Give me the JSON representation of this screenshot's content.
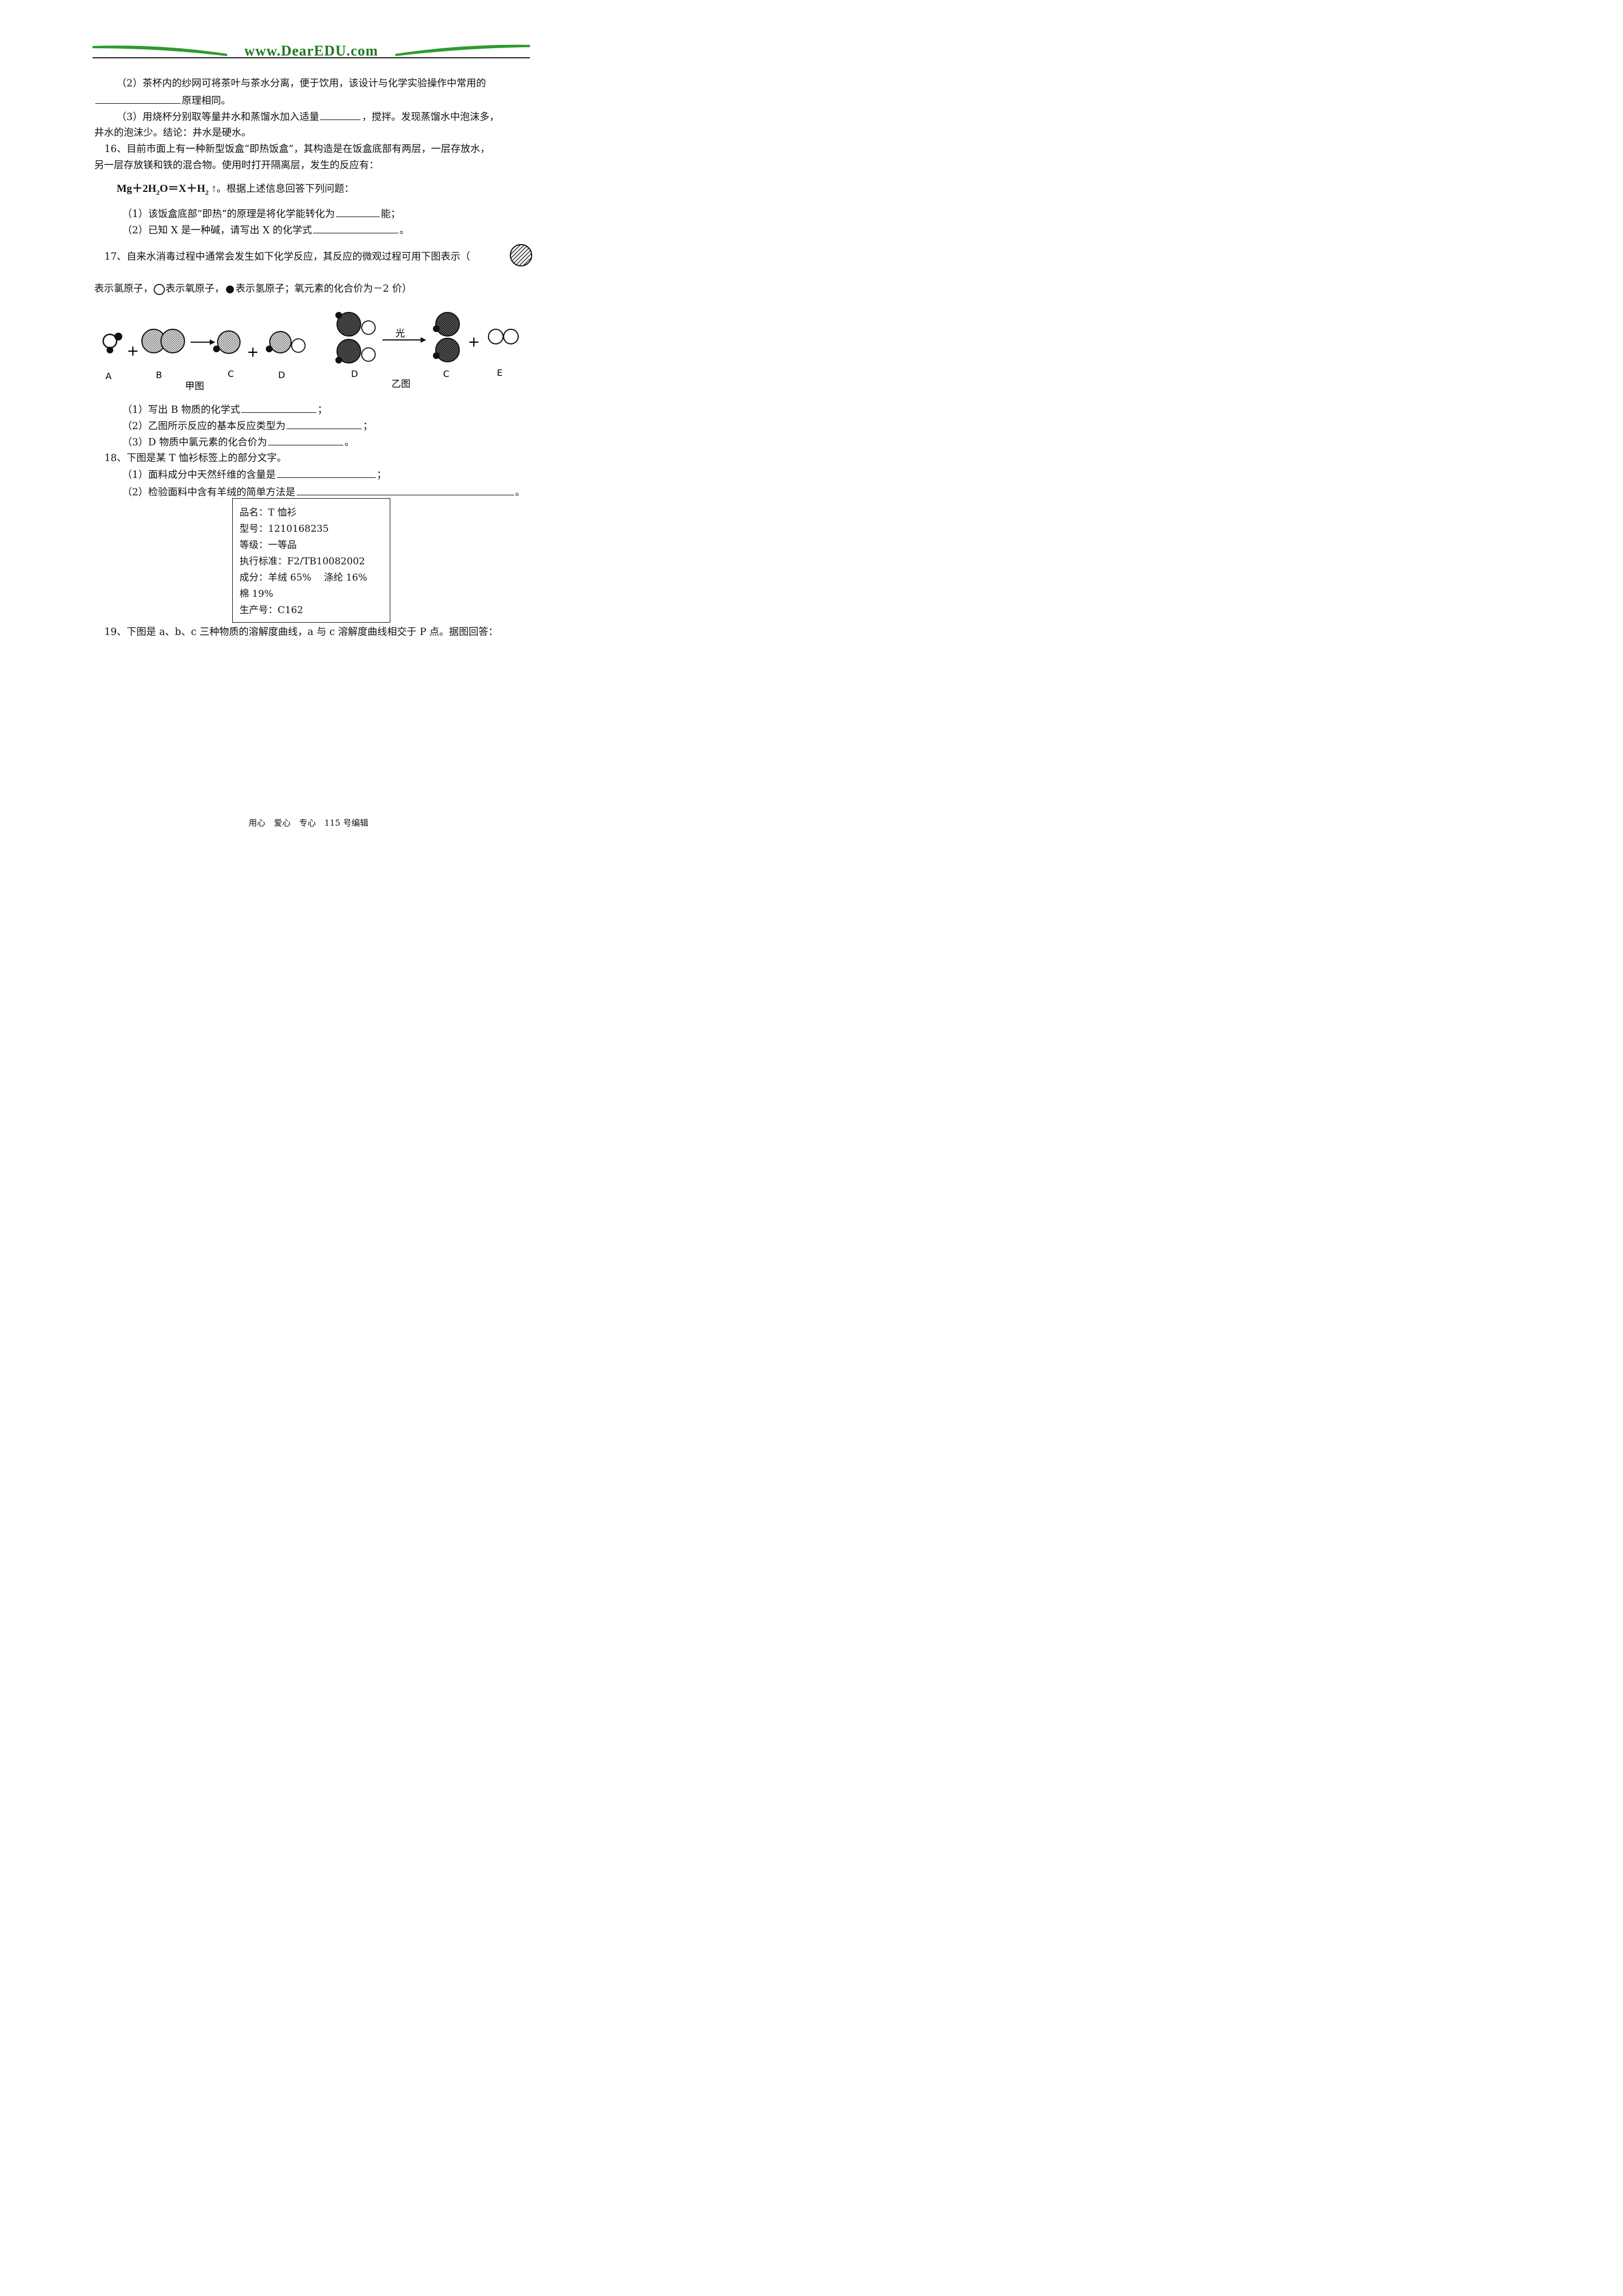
{
  "header": {
    "site": "www.DearEDU.com"
  },
  "lines": [
    {
      "id": "l1",
      "text": "（2）茶杯内的纱网可将茶叶与茶水分离，便于饮用，该设计与化学实验操作中常用的"
    },
    {
      "id": "l2",
      "text": "原理相同。"
    },
    {
      "id": "l3a",
      "text": "（3）用烧杯分别取等量井水和蒸馏水加入适量"
    },
    {
      "id": "l3b",
      "text": "，搅拌。发现蒸馏水中泡沫多，"
    },
    {
      "id": "l4",
      "text": "井水的泡沫少。结论：井水是硬水。"
    },
    {
      "id": "q16a",
      "text": "16、目前市面上有一种新型饭盒“即热饭盒”，其构造是在饭盒底部有两层，一层存放水，"
    },
    {
      "id": "q16b",
      "text": "另一层存放镁和铁的混合物。使用时打开隔离层，发生的反应有："
    },
    {
      "id": "q16c",
      "text": "。根据上述信息回答下列问题："
    },
    {
      "id": "q16d1",
      "text": "（1）该饭盒底部“即热”的原理是将化学能转化为"
    },
    {
      "id": "q16d2",
      "text": "能；"
    },
    {
      "id": "q16e1",
      "text": "（2）已知 X 是一种碱，请写出 X 的化学式"
    },
    {
      "id": "q16e2",
      "text": "。"
    },
    {
      "id": "q17a",
      "text": "17、自来水消毒过程中通常会发生如下化学反应，其反应的微观过程可用下图表示（"
    },
    {
      "id": "q17b1",
      "text": "表示氯原子，"
    },
    {
      "id": "q17b2",
      "text": "表示氧原子，"
    },
    {
      "id": "q17b3",
      "text": "表示氢原子；氧元素的化合价为－2 价）"
    },
    {
      "id": "q17c1",
      "text": "（1）写出 B 物质的化学式"
    },
    {
      "id": "q17c2",
      "text": "；"
    },
    {
      "id": "q17d1",
      "text": "（2）乙图所示反应的基本反应类型为"
    },
    {
      "id": "q17d2",
      "text": "；"
    },
    {
      "id": "q17e1",
      "text": "（3）D 物质中氯元素的化合价为"
    },
    {
      "id": "q17e2",
      "text": "。"
    },
    {
      "id": "q18a",
      "text": "18、下图是某 T 恤衫标签上的部分文字。"
    },
    {
      "id": "q18b1",
      "text": "（1）面料成分中天然纤维的含量是"
    },
    {
      "id": "q18b2",
      "text": "；"
    },
    {
      "id": "q18c1",
      "text": "（2）检验面料中含有羊绒的简单方法是"
    },
    {
      "id": "q18c2",
      "text": "。"
    },
    {
      "id": "q19",
      "text": "19、下图是 a、b、c 三种物质的溶解度曲线，a 与 c 溶解度曲线相交于 P 点。据图回答："
    }
  ],
  "equation": {
    "lhs": "Mg＋2H",
    "sub1": "2",
    "mid": "O＝X＋H",
    "sub2": "2",
    "arrow": "↑"
  },
  "figure": {
    "labels": {
      "A": "A",
      "B": "B",
      "C": "C",
      "D": "D",
      "D2": "D",
      "C2": "C",
      "E": "E"
    },
    "jia": "甲图",
    "yi": "乙图",
    "light": "光"
  },
  "tag": [
    "品名：T 恤衫",
    "型号：1210168235",
    "等级：一等品",
    "执行标准：F2/TB10082002",
    "成分：羊绒 65%　 涤纶 16%",
    "棉 19%",
    "生产号：C162"
  ],
  "footer": "用心　爱心　专心　115 号编辑"
}
